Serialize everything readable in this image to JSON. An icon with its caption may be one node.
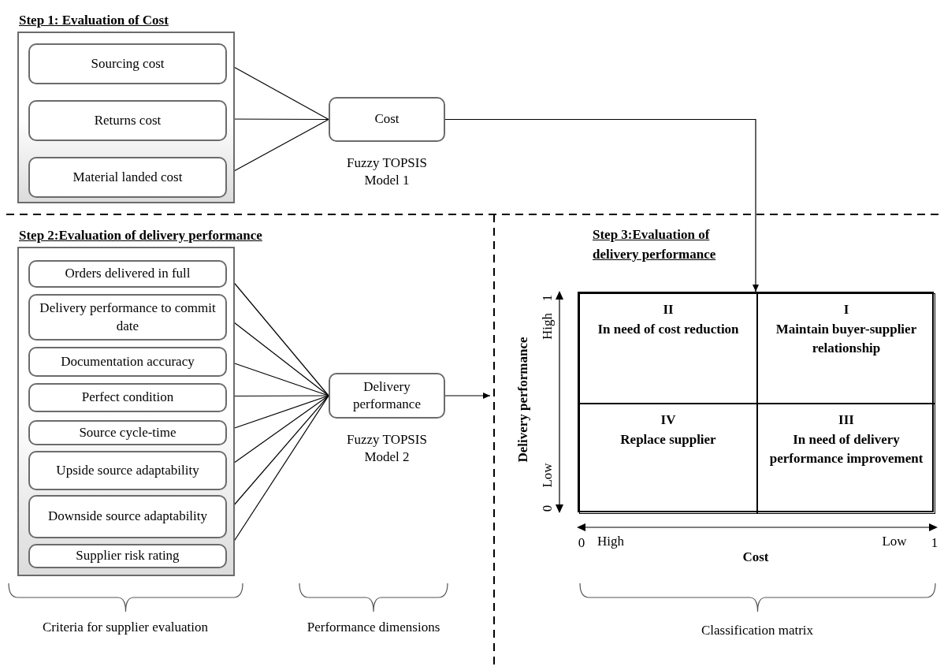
{
  "diagram": {
    "nodes": [
      {
        "text": [
          "Step 1: Evaluation of Cost"
        ]
      },
      {
        "text": [
          "Sourcing cost"
        ],
        "in": 0
      },
      {
        "text": [
          "Returns cost"
        ],
        "in": 0
      },
      {
        "text": [
          "Material landed cost"
        ],
        "in": 0
      },
      {
        "text": [
          "Cost"
        ],
        "beside": [
          "Fuzzy TOPSIS Model 1"
        ]
      },
      {
        "text": [
          "Step 2:Evaluation of delivery performance"
        ]
      },
      {
        "text": [
          "Orders delivered in full"
        ],
        "in": 5
      },
      {
        "text": [
          "Delivery performance to commit date"
        ],
        "in": 5
      },
      {
        "text": [
          "Documentation accuracy"
        ],
        "in": 5
      },
      {
        "text": [
          "Perfect condition"
        ],
        "in": 5
      },
      {
        "text": [
          "Source cycle-time"
        ],
        "in": 5
      },
      {
        "text": [
          "Upside source adaptability"
        ],
        "in": 5
      },
      {
        "text": [
          "Downside source adaptability"
        ],
        "in": 5
      },
      {
        "text": [
          "Supplier risk rating"
        ],
        "in": 5
      },
      {
        "text": [
          "Delivery performance"
        ],
        "beside": [
          "Fuzzy TOPSIS Model 2"
        ]
      },
      {
        "text": [
          "Step 3:Evaluation of delivery performance"
        ]
      },
      {
        "text": [
          "II",
          "In need of cost reduction"
        ],
        "in": 15
      },
      {
        "text": [
          "I",
          "Maintain buyer-supplier relationship"
        ],
        "in": 15
      },
      {
        "text": [
          "IV",
          "Replace supplier"
        ],
        "in": 15
      },
      {
        "text": [
          "III",
          "In need of delivery performance improvement"
        ],
        "in": 15
      }
    ],
    "edges": [
      {
        "from": 1,
        "to": 4,
        "arrow": "none"
      },
      {
        "from": 2,
        "to": 4,
        "arrow": "none"
      },
      {
        "from": 3,
        "to": 4,
        "arrow": "none"
      },
      {
        "from": 6,
        "to": 14,
        "arrow": "none"
      },
      {
        "from": 7,
        "to": 14,
        "arrow": "none"
      },
      {
        "from": 8,
        "to": 14,
        "arrow": "none"
      },
      {
        "from": 9,
        "to": 14,
        "arrow": "none"
      },
      {
        "from": 10,
        "to": 14,
        "arrow": "none"
      },
      {
        "from": 11,
        "to": 14,
        "arrow": "none"
      },
      {
        "from": 12,
        "to": 14,
        "arrow": "none"
      },
      {
        "from": 13,
        "to": 14,
        "arrow": "none"
      },
      {
        "from": 4,
        "to": 15,
        "arrow": "to"
      },
      {
        "from": 14,
        "to": null,
        "arrow": "to"
      }
    ],
    "labels": [
      "Delivery performance",
      "High",
      "1",
      "Low",
      "0",
      "0",
      "High",
      "Low",
      "1",
      "Cost",
      "Criteria for supplier evaluation",
      "Performance dimensions",
      "Classification matrix"
    ]
  }
}
